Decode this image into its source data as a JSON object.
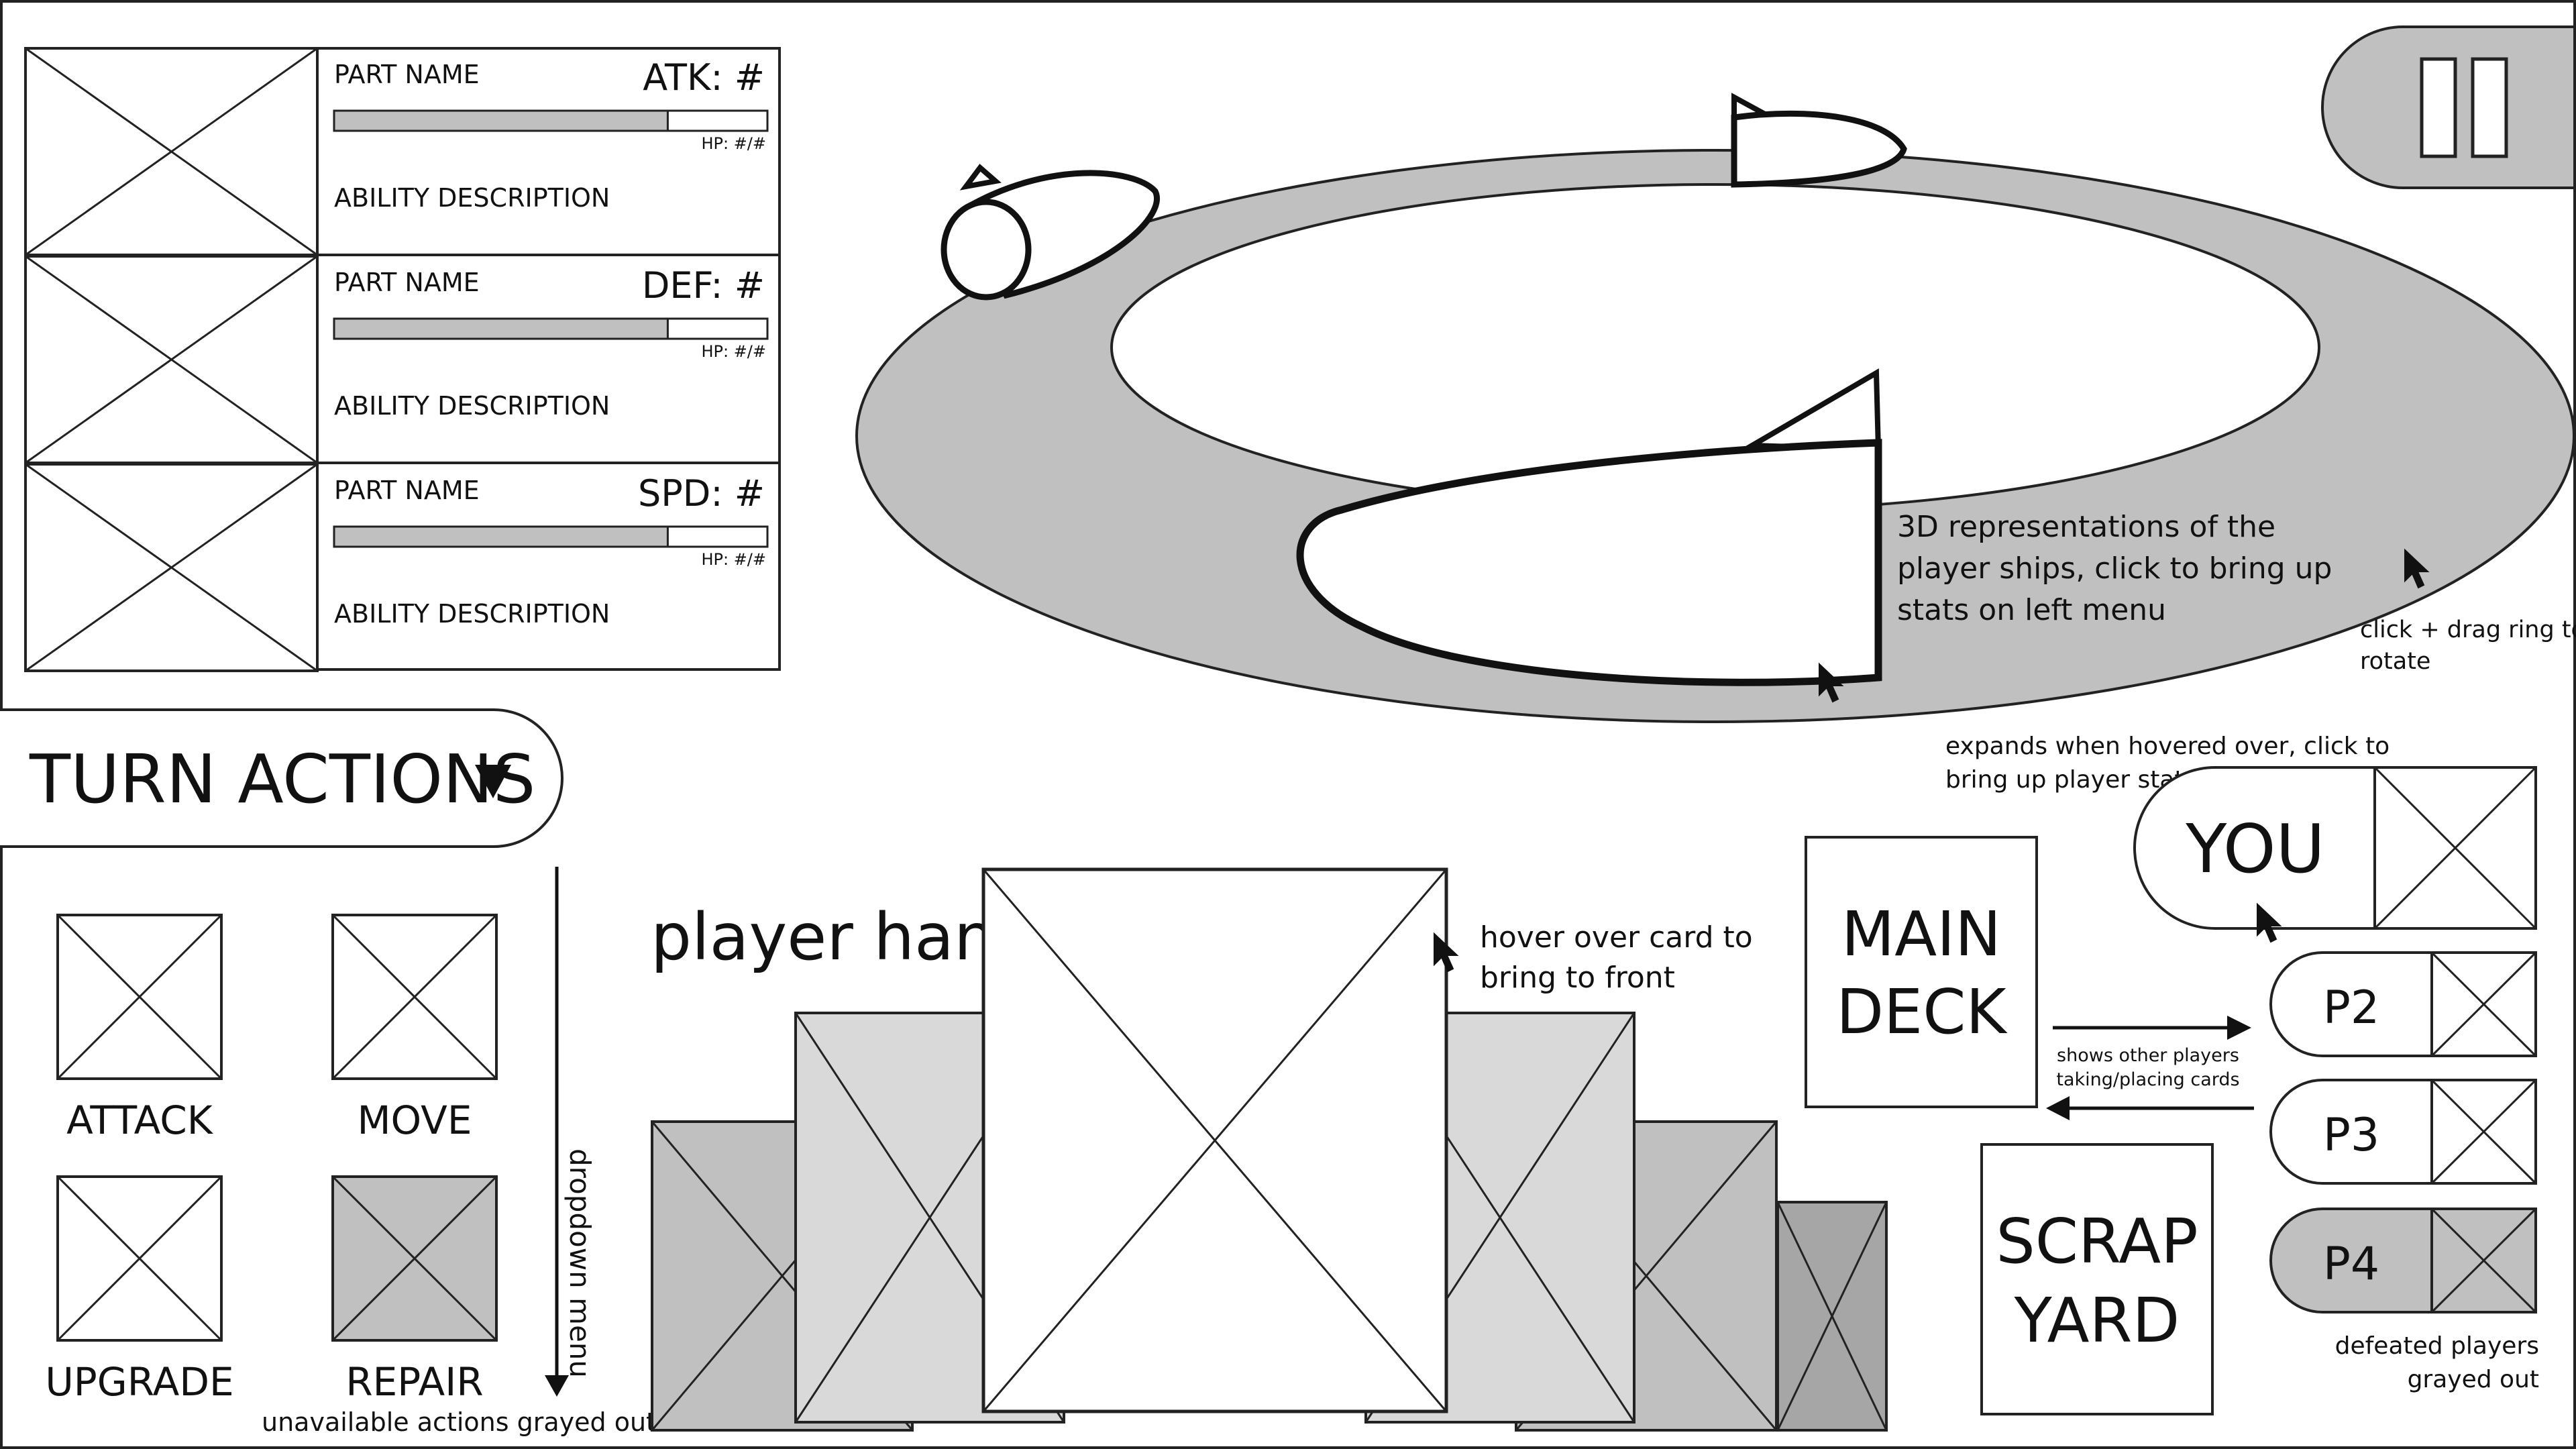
{
  "ui": {
    "pause_icon": "pause-icon",
    "parts": [
      {
        "name": "PART NAME",
        "stat": "ATK:  #",
        "hp": "HP:  #/#",
        "hp_fraction": 0.77,
        "ability": "ABILITY DESCRIPTION"
      },
      {
        "name": "PART NAME",
        "stat": "DEF:  #",
        "hp": "HP:  #/#",
        "hp_fraction": 0.77,
        "ability": "ABILITY DESCRIPTION"
      },
      {
        "name": "PART NAME",
        "stat": "SPD:  #",
        "hp": "HP:  #/#",
        "hp_fraction": 0.77,
        "ability": "ABILITY DESCRIPTION"
      }
    ],
    "turn_actions": {
      "label": "TURN ACTIONS",
      "dropdown_icon": "caret-down-icon",
      "actions": [
        {
          "label": "ATTACK",
          "available": true
        },
        {
          "label": "MOVE",
          "available": true
        },
        {
          "label": "UPGRADE",
          "available": true
        },
        {
          "label": "REPAIR",
          "available": false
        }
      ]
    },
    "player_hand_label": "player hand",
    "main_deck": [
      "MAIN",
      "DECK"
    ],
    "scrap_yard": [
      "SCRAP",
      "YARD"
    ],
    "players": [
      {
        "label": "YOU",
        "defeated": false
      },
      {
        "label": "P2",
        "defeated": false
      },
      {
        "label": "P3",
        "defeated": false
      },
      {
        "label": "P4",
        "defeated": true
      }
    ]
  },
  "annotations": {
    "ships": [
      "3D representations of the",
      "player ships, click to bring up",
      "stats on left menu"
    ],
    "ring": [
      "click + drag ring to",
      "rotate"
    ],
    "expand": [
      "expands when hovered over, click to",
      "bring up player stats"
    ],
    "hover_card": [
      "hover over card to",
      "bring to front"
    ],
    "dropdown_menu": "dropdown menu",
    "unavailable": "unavailable actions grayed out",
    "shows_players": [
      "shows other players",
      "taking/placing cards"
    ],
    "defeated": [
      "defeated players",
      "grayed out"
    ]
  },
  "colors": {
    "outline": "#222222",
    "gray": "#c0c0c0",
    "light_gray": "#d9d9d9",
    "mid_gray": "#b5b5b5",
    "dark_gray": "#a6a6a6"
  }
}
